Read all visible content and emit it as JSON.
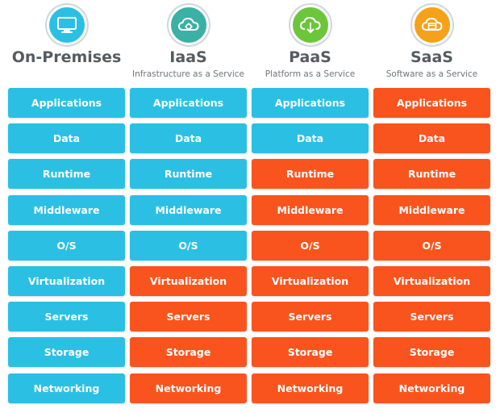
{
  "legend_colors": {
    "you_manage": "#2bc0e3",
    "vendor_manages": "#f9541e"
  },
  "columns": [
    {
      "title": "On-Premises",
      "subtitle": "",
      "icon": "monitor-icon",
      "icon_color": "#2bc0e3",
      "cells": [
        "Applications",
        "Data",
        "Runtime",
        "Middleware",
        "O/S",
        "Virtualization",
        "Servers",
        "Storage",
        "Networking"
      ],
      "managed_by_vendor_from_index": 9
    },
    {
      "title": "IaaS",
      "subtitle": "Infrastructure as a Service",
      "icon": "cloud-gear-icon",
      "icon_color": "#3bb0a5",
      "cells": [
        "Applications",
        "Data",
        "Runtime",
        "Middleware",
        "O/S",
        "Virtualization",
        "Servers",
        "Storage",
        "Networking"
      ],
      "managed_by_vendor_from_index": 5
    },
    {
      "title": "PaaS",
      "subtitle": "Platform as a Service",
      "icon": "cloud-download-icon",
      "icon_color": "#6cc63a",
      "cells": [
        "Applications",
        "Data",
        "Runtime",
        "Middleware",
        "O/S",
        "Virtualization",
        "Servers",
        "Storage",
        "Networking"
      ],
      "managed_by_vendor_from_index": 2
    },
    {
      "title": "SaaS",
      "subtitle": "Software as a Service",
      "icon": "cloud-window-icon",
      "icon_color": "#f5a21a",
      "cells": [
        "Applications",
        "Data",
        "Runtime",
        "Middleware",
        "O/S",
        "Virtualization",
        "Servers",
        "Storage",
        "Networking"
      ],
      "managed_by_vendor_from_index": 0
    }
  ]
}
